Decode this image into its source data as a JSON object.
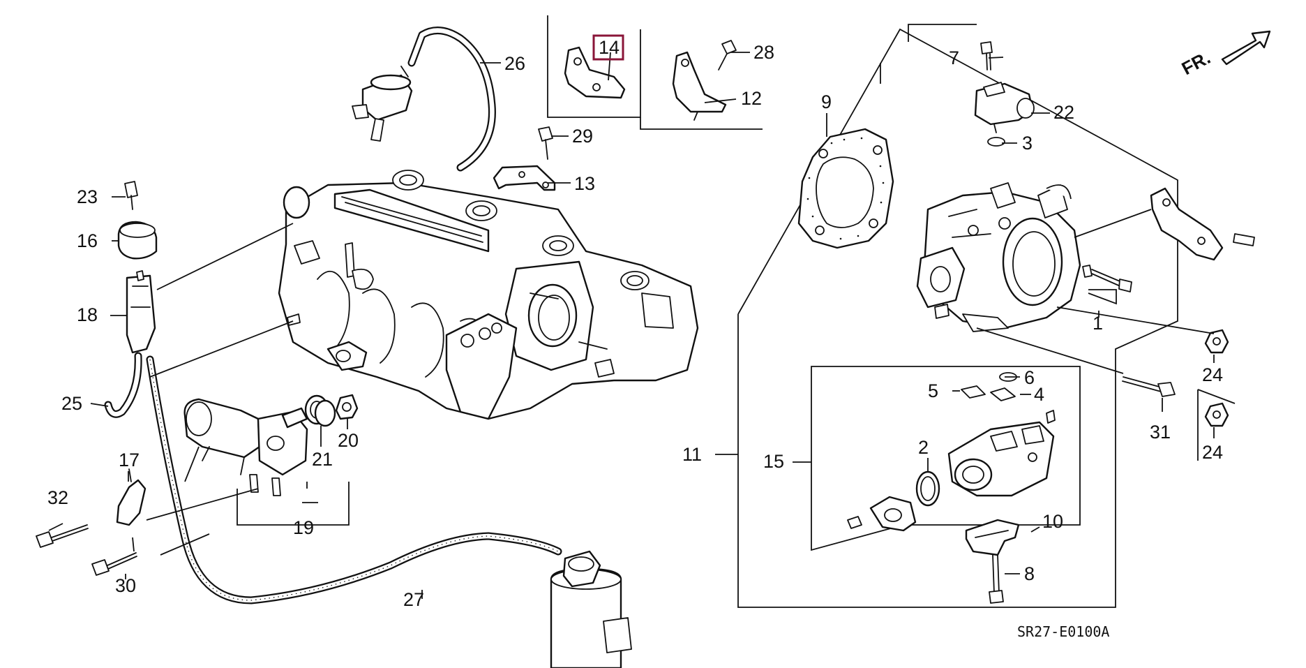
{
  "diagram": {
    "highlighted_part": "14",
    "direction_label": "FR.",
    "drawing_code": "SR27-E0100A",
    "callouts": [
      {
        "id": "c1",
        "label": "1"
      },
      {
        "id": "c2",
        "label": "2"
      },
      {
        "id": "c3",
        "label": "3"
      },
      {
        "id": "c4",
        "label": "4"
      },
      {
        "id": "c5",
        "label": "5"
      },
      {
        "id": "c6",
        "label": "6"
      },
      {
        "id": "c7",
        "label": "7"
      },
      {
        "id": "c8",
        "label": "8"
      },
      {
        "id": "c9",
        "label": "9"
      },
      {
        "id": "c10",
        "label": "10"
      },
      {
        "id": "c11",
        "label": "11"
      },
      {
        "id": "c12",
        "label": "12"
      },
      {
        "id": "c13",
        "label": "13"
      },
      {
        "id": "c14",
        "label": "14"
      },
      {
        "id": "c15",
        "label": "15"
      },
      {
        "id": "c16",
        "label": "16"
      },
      {
        "id": "c17",
        "label": "17"
      },
      {
        "id": "c18",
        "label": "18"
      },
      {
        "id": "c19",
        "label": "19"
      },
      {
        "id": "c20",
        "label": "20"
      },
      {
        "id": "c21",
        "label": "21"
      },
      {
        "id": "c22",
        "label": "22"
      },
      {
        "id": "c23",
        "label": "23"
      },
      {
        "id": "c24a",
        "label": "24"
      },
      {
        "id": "c24b",
        "label": "24"
      },
      {
        "id": "c25",
        "label": "25"
      },
      {
        "id": "c26",
        "label": "26"
      },
      {
        "id": "c27",
        "label": "27"
      },
      {
        "id": "c28",
        "label": "28"
      },
      {
        "id": "c29",
        "label": "29"
      },
      {
        "id": "c30",
        "label": "30"
      },
      {
        "id": "c31",
        "label": "31"
      },
      {
        "id": "c32",
        "label": "32"
      }
    ]
  }
}
